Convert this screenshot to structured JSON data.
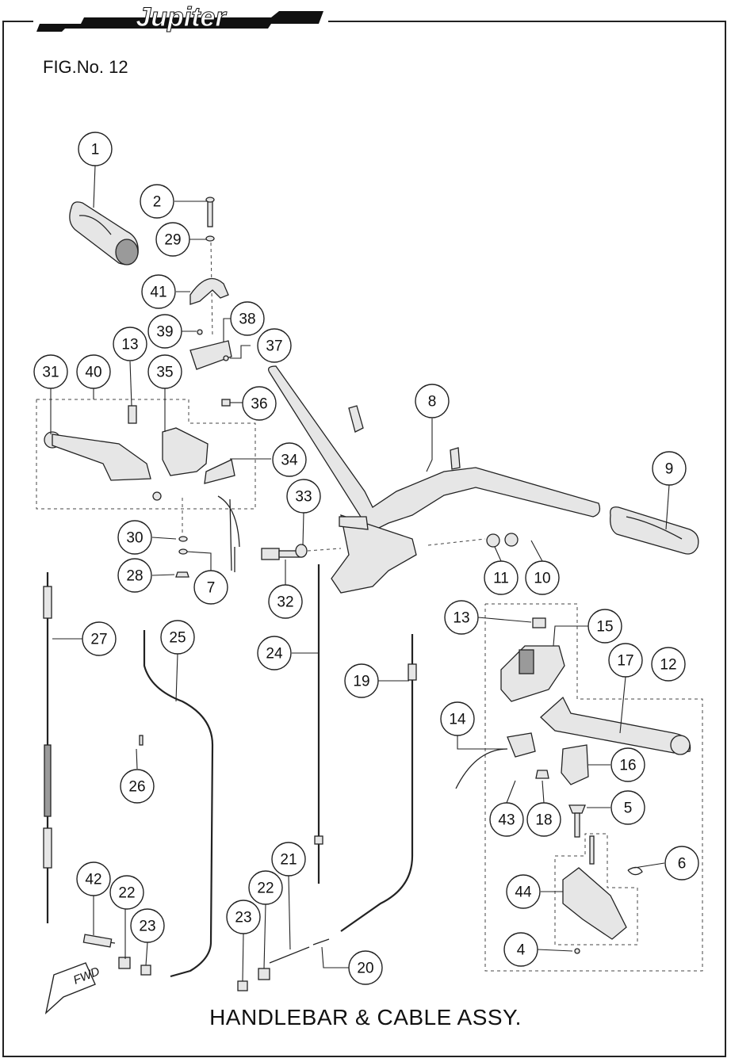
{
  "brand": {
    "logo_text": "Jupiter"
  },
  "figure": {
    "label": "FIG.No. 12"
  },
  "assembly_title": "HANDLEBAR & CABLE ASSY.",
  "fwd_marker": "FWD",
  "callouts": [
    {
      "id": "c1",
      "label": "1"
    },
    {
      "id": "c2",
      "label": "2"
    },
    {
      "id": "c29",
      "label": "29"
    },
    {
      "id": "c41",
      "label": "41"
    },
    {
      "id": "c38",
      "label": "38"
    },
    {
      "id": "c39",
      "label": "39"
    },
    {
      "id": "c37",
      "label": "37"
    },
    {
      "id": "c13a",
      "label": "13"
    },
    {
      "id": "c31",
      "label": "31"
    },
    {
      "id": "c40",
      "label": "40"
    },
    {
      "id": "c35",
      "label": "35"
    },
    {
      "id": "c36",
      "label": "36"
    },
    {
      "id": "c34",
      "label": "34"
    },
    {
      "id": "c8",
      "label": "8"
    },
    {
      "id": "c9",
      "label": "9"
    },
    {
      "id": "c33",
      "label": "33"
    },
    {
      "id": "c30",
      "label": "30"
    },
    {
      "id": "c28",
      "label": "28"
    },
    {
      "id": "c7",
      "label": "7"
    },
    {
      "id": "c32",
      "label": "32"
    },
    {
      "id": "c11",
      "label": "11"
    },
    {
      "id": "c10",
      "label": "10"
    },
    {
      "id": "c27",
      "label": "27"
    },
    {
      "id": "c25",
      "label": "25"
    },
    {
      "id": "c24",
      "label": "24"
    },
    {
      "id": "c13b",
      "label": "13"
    },
    {
      "id": "c15",
      "label": "15"
    },
    {
      "id": "c19",
      "label": "19"
    },
    {
      "id": "c17",
      "label": "17"
    },
    {
      "id": "c12",
      "label": "12"
    },
    {
      "id": "c14",
      "label": "14"
    },
    {
      "id": "c26",
      "label": "26"
    },
    {
      "id": "c16",
      "label": "16"
    },
    {
      "id": "c43",
      "label": "43"
    },
    {
      "id": "c18",
      "label": "18"
    },
    {
      "id": "c5",
      "label": "5"
    },
    {
      "id": "c21",
      "label": "21"
    },
    {
      "id": "c6",
      "label": "6"
    },
    {
      "id": "c42",
      "label": "42"
    },
    {
      "id": "c22a",
      "label": "22"
    },
    {
      "id": "c22b",
      "label": "22"
    },
    {
      "id": "c44",
      "label": "44"
    },
    {
      "id": "c23a",
      "label": "23"
    },
    {
      "id": "c23b",
      "label": "23"
    },
    {
      "id": "c4",
      "label": "4"
    },
    {
      "id": "c20",
      "label": "20"
    }
  ]
}
